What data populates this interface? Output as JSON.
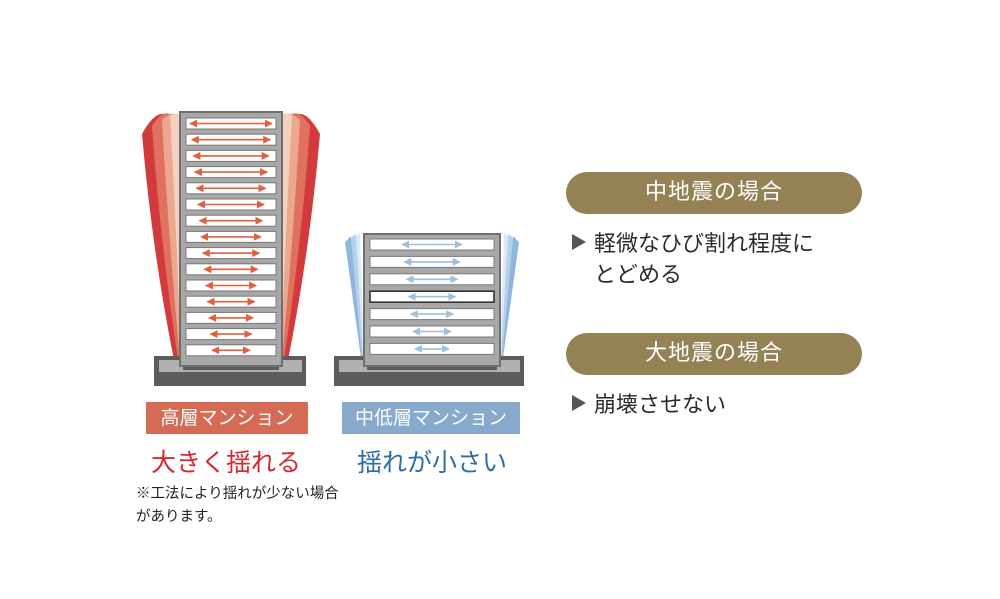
{
  "tall_building": {
    "label": "高層マンション",
    "effect": "大きく揺れる",
    "footnote": "※工法により揺れが少ない場合があります。",
    "floors": 15,
    "accent_color": "#d7282f"
  },
  "low_building": {
    "label": "中低層マンション",
    "effect": "揺れが小さい",
    "floors": 7,
    "accent_color": "#2e6ea6"
  },
  "medium_quake": {
    "title": "中地震の場合",
    "line1": "軽微なひび割れ程度に",
    "line2": "とどめる"
  },
  "large_quake": {
    "title": "大地震の場合",
    "line1": "崩壊させない"
  },
  "colors": {
    "pill": "#948154",
    "arrow_red": "#e0603e",
    "arrow_blue": "#9cc0e0"
  }
}
